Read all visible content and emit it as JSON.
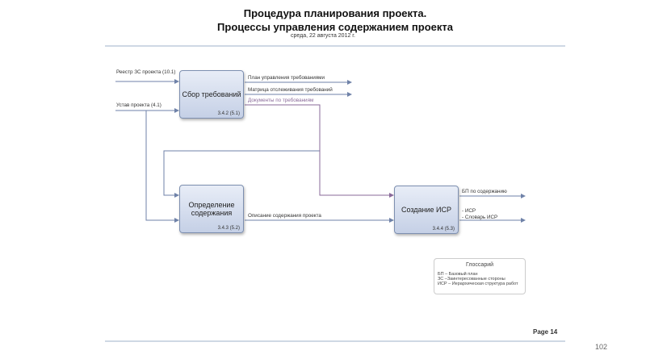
{
  "header": {
    "title_line1": "Процедура планирования проекта.",
    "title_line2": "Процессы управления содержанием проекта",
    "date": "среда, 22 августа 2012 г."
  },
  "processes": [
    {
      "name": "Сбор требований",
      "code": "3.4.2 (5.1)"
    },
    {
      "name": "Определение содержания",
      "code": "3.4.3 (5.2)"
    },
    {
      "name": "Создание ИСР",
      "code": "3.4.4 (5.3)"
    }
  ],
  "inputs": {
    "stakeholder_register": "Реестр ЗС проекта (10.1)",
    "charter": "Устав проекта (4.1)"
  },
  "flows": {
    "req_plan": "План управления требованиями",
    "trace_matrix": "Матрица отслеживания требований",
    "req_docs": "Документы по требованиям",
    "scope_statement": "Описание содержания проекта",
    "scope_baseline": "БП по содержанию",
    "wbs": "- ИСР",
    "wbs_dict": "- Словарь ИСР"
  },
  "glossary": {
    "title": "Глоссарий",
    "items": [
      "БП – Базовый план",
      "ЗС –Заинтересованные стороны",
      "ИСР – Иерархическая структура работ"
    ]
  },
  "footer": {
    "page": "Page 14",
    "slide_number": "102"
  },
  "colors": {
    "line": "#6f82a8",
    "docs": "#8a6a9a"
  }
}
